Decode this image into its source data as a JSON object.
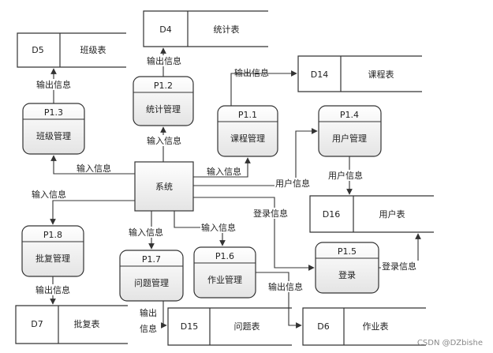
{
  "processes": {
    "p12": {
      "id": "P1.2",
      "name": "统计管理"
    },
    "p11": {
      "id": "P1.1",
      "name": "课程管理"
    },
    "p13": {
      "id": "P1.3",
      "name": "班级管理"
    },
    "p14": {
      "id": "P1.4",
      "name": "用户管理"
    },
    "p18": {
      "id": "P1.8",
      "name": "批复管理"
    },
    "p17": {
      "id": "P1.7",
      "name": "问题管理"
    },
    "p16": {
      "id": "P1.6",
      "name": "作业管理"
    },
    "p15": {
      "id": "P1.5",
      "name": "登录"
    }
  },
  "entity": {
    "name": "系统"
  },
  "stores": {
    "d4": {
      "id": "D4",
      "name": "统计表"
    },
    "d5": {
      "id": "D5",
      "name": "班级表"
    },
    "d14": {
      "id": "D14",
      "name": "课程表"
    },
    "d16": {
      "id": "D16",
      "name": "用户表"
    },
    "d7": {
      "id": "D7",
      "name": "批复表"
    },
    "d15": {
      "id": "D15",
      "name": "问题表"
    },
    "d6": {
      "id": "D6",
      "name": "作业表"
    }
  },
  "flows": {
    "p12_to_d4": "输出信息",
    "p13_to_d5": "输出信息",
    "p11_to_d14": "输出信息",
    "sys_to_p12": "输入信息",
    "sys_to_p13": "输入信息",
    "sys_to_p11": "输入信息",
    "sys_to_p14": "用户信息",
    "p14_to_d16": "用户信息",
    "sys_to_p18": "输入信息",
    "sys_to_p15": "登录信息",
    "sys_to_p17": "输入信息",
    "sys_to_p16": "输入信息",
    "p15_to_d16": "登录信息",
    "p18_to_d7": "输出信息",
    "p17_to_d15_line1": "输出",
    "p17_to_d15_line2": "信息",
    "p16_to_d6": "输出信息"
  },
  "watermark": "CSDN @DZbishe"
}
